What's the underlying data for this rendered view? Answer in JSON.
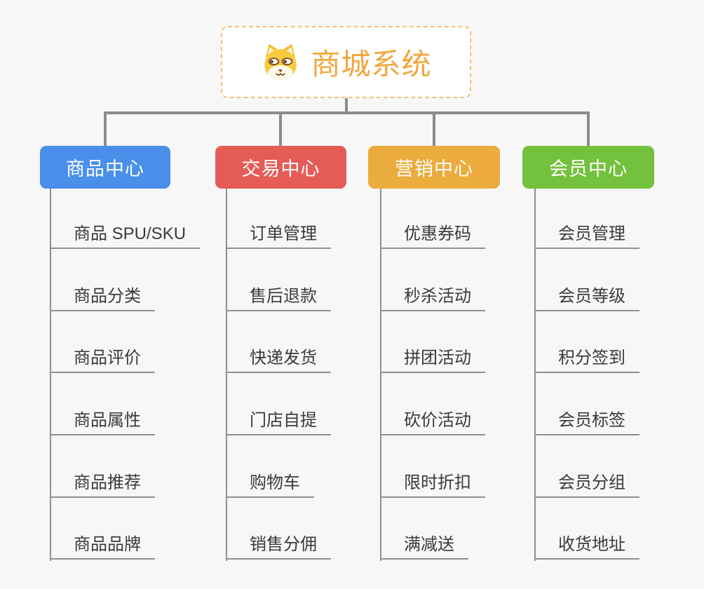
{
  "root": {
    "title": "商城系统",
    "icon": "dog-face-icon"
  },
  "colors": {
    "root_text": "#f0a73e",
    "root_border": "#f3c271",
    "connector": "#8c8c8c",
    "leaf_line": "#909090",
    "leaf_text": "#3a3a3a",
    "background": "#f7f7f7"
  },
  "branches": [
    {
      "label": "商品中心",
      "color": "#4a8fea",
      "children": [
        "商品 SPU/SKU",
        "商品分类",
        "商品评价",
        "商品属性",
        "商品推荐",
        "商品品牌"
      ]
    },
    {
      "label": "交易中心",
      "color": "#e55c56",
      "children": [
        "订单管理",
        "售后退款",
        "快递发货",
        "门店自提",
        "购物车",
        "销售分佣"
      ]
    },
    {
      "label": "营销中心",
      "color": "#ebac3d",
      "children": [
        "优惠券码",
        "秒杀活动",
        "拼团活动",
        "砍价活动",
        "限时折扣",
        "满减送"
      ]
    },
    {
      "label": "会员中心",
      "color": "#74c13d",
      "children": [
        "会员管理",
        "会员等级",
        "积分签到",
        "会员标签",
        "会员分组",
        "收货地址"
      ]
    }
  ]
}
